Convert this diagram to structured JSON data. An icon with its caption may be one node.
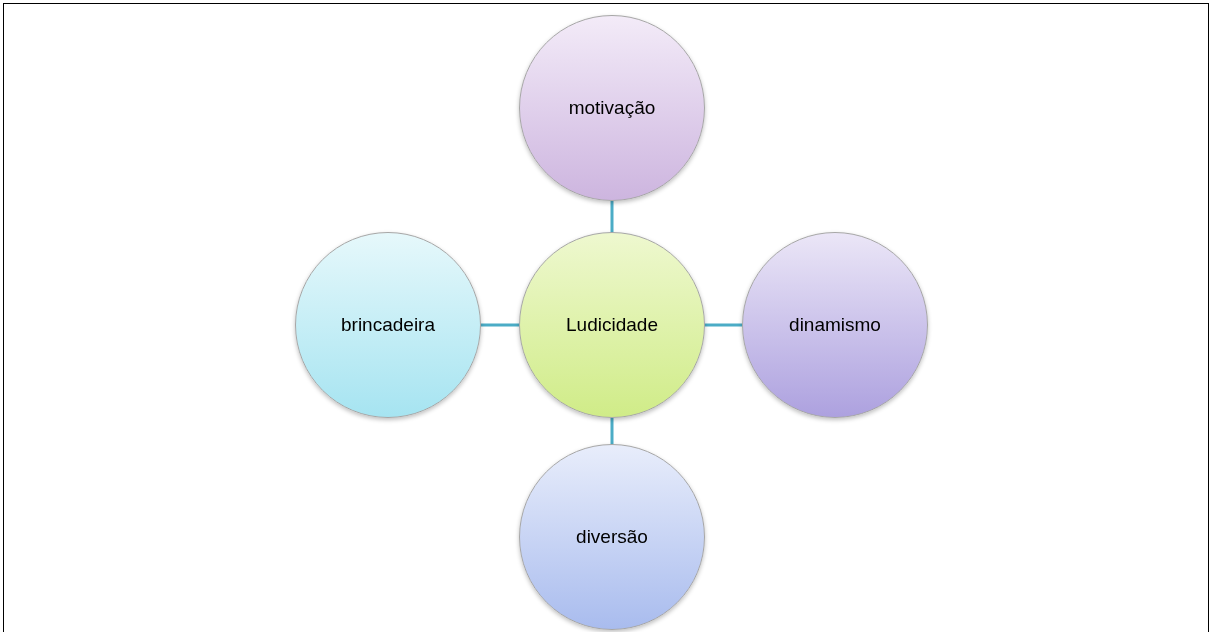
{
  "diagram": {
    "nodes": [
      {
        "text": [
          "motivação"
        ]
      },
      {
        "text": [
          "brincadeira"
        ]
      },
      {
        "text": [
          "Ludicidade"
        ]
      },
      {
        "text": [
          "dinamismo"
        ]
      },
      {
        "text": [
          "diversão"
        ]
      }
    ],
    "edges": [
      {
        "from": 2,
        "to": 0,
        "arrow": "none"
      },
      {
        "from": 2,
        "to": 1,
        "arrow": "none"
      },
      {
        "from": 2,
        "to": 3,
        "arrow": "none"
      },
      {
        "from": 2,
        "to": 4,
        "arrow": "none"
      }
    ]
  }
}
